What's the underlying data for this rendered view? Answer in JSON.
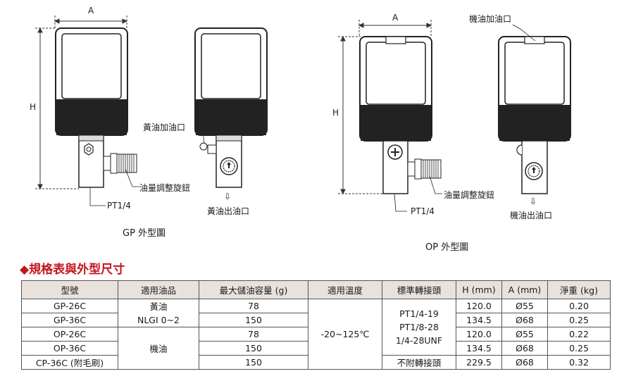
{
  "diagram": {
    "dim_a": "A",
    "dim_h": "H",
    "gp_fill_inlet": "黃油加油口",
    "gp_knob": "油量調整旋鈕",
    "gp_thread": "PT1/4",
    "gp_outlet_arrow": "⇩",
    "gp_outlet": "黃油出油口",
    "gp_caption": "GP 外型圖",
    "op_fill_inlet": "機油加油口",
    "op_knob": "油量調整旋鈕",
    "op_thread": "PT1/4",
    "op_outlet_arrow": "⇩",
    "op_outlet": "機油出油口",
    "op_caption": "OP 外型圖"
  },
  "colors": {
    "heading_red": "#c4161c",
    "header_bg": "#e8e1dc",
    "body_dark": "#222222"
  },
  "spec": {
    "title": "◆規格表與外型尺寸",
    "headers": [
      "型號",
      "適用油品",
      "最大儲油容量 (g)",
      "適用溫度",
      "標準轉接頭",
      "H (mm)",
      "A (mm)",
      "淨重 (kg)"
    ],
    "models": [
      "GP-26C",
      "GP-36C",
      "OP-26C",
      "OP-36C",
      "CP-36C (附毛刷)"
    ],
    "oil_grease": [
      "黃油",
      "NLGI 0~2"
    ],
    "oil_machine": "機油",
    "capacity": [
      "78",
      "150",
      "78",
      "150",
      "150"
    ],
    "temperature": "-20~125℃",
    "adapter_lines": [
      "PT1/4-19",
      "PT1/8-28",
      "1/4-28UNF"
    ],
    "adapter_none": "不附轉接頭",
    "h": [
      "120.0",
      "134.5",
      "120.0",
      "134.5",
      "229.5"
    ],
    "a": [
      "Ø55",
      "Ø68",
      "Ø55",
      "Ø68",
      "Ø68"
    ],
    "weight": [
      "0.20",
      "0.25",
      "0.22",
      "0.25",
      "0.32"
    ]
  }
}
